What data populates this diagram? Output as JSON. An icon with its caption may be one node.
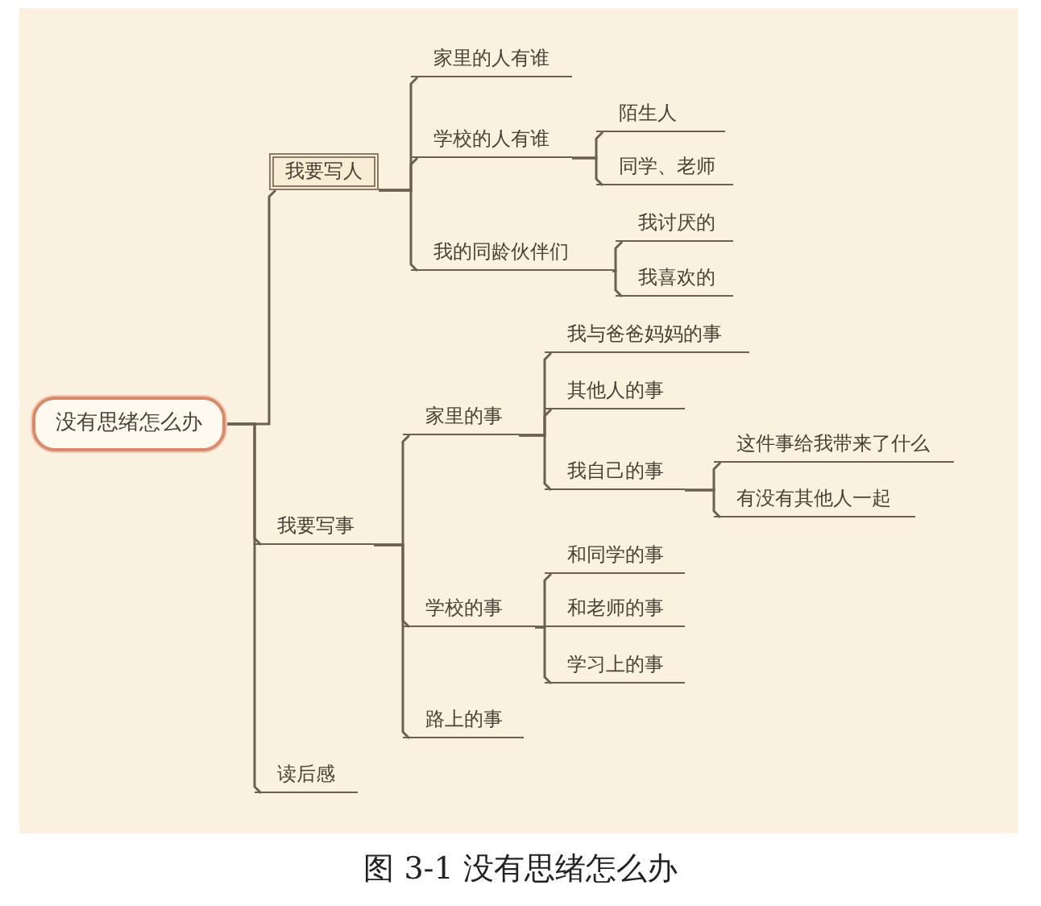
{
  "diagram": {
    "caption": "图 3-1 没有思绪怎么办",
    "nodes": [
      {
        "text": [
          "没有思绪怎么办"
        ]
      },
      {
        "text": [
          "我要写人"
        ]
      },
      {
        "text": [
          "家里的人有谁"
        ]
      },
      {
        "text": [
          "学校的人有谁"
        ]
      },
      {
        "text": [
          "陌生人"
        ]
      },
      {
        "text": [
          "同学、老师"
        ]
      },
      {
        "text": [
          "我的同龄伙伴们"
        ]
      },
      {
        "text": [
          "我讨厌的"
        ]
      },
      {
        "text": [
          "我喜欢的"
        ]
      },
      {
        "text": [
          "我要写事"
        ]
      },
      {
        "text": [
          "家里的事"
        ]
      },
      {
        "text": [
          "我与爸爸妈妈的事"
        ]
      },
      {
        "text": [
          "其他人的事"
        ]
      },
      {
        "text": [
          "我自己的事"
        ]
      },
      {
        "text": [
          "这件事给我带来了什么"
        ]
      },
      {
        "text": [
          "有没有其他人一起"
        ]
      },
      {
        "text": [
          "学校的事"
        ]
      },
      {
        "text": [
          "和同学的事"
        ]
      },
      {
        "text": [
          "和老师的事"
        ]
      },
      {
        "text": [
          "学习上的事"
        ]
      },
      {
        "text": [
          "路上的事"
        ]
      },
      {
        "text": [
          "读后感"
        ]
      }
    ],
    "edges": [
      {
        "from": 0,
        "to": 1,
        "arrow": "none"
      },
      {
        "from": 0,
        "to": 9,
        "arrow": "none"
      },
      {
        "from": 0,
        "to": 21,
        "arrow": "none"
      },
      {
        "from": 1,
        "to": 2,
        "arrow": "none"
      },
      {
        "from": 1,
        "to": 3,
        "arrow": "none"
      },
      {
        "from": 1,
        "to": 6,
        "arrow": "none"
      },
      {
        "from": 3,
        "to": 4,
        "arrow": "none"
      },
      {
        "from": 3,
        "to": 5,
        "arrow": "none"
      },
      {
        "from": 6,
        "to": 7,
        "arrow": "none"
      },
      {
        "from": 6,
        "to": 8,
        "arrow": "none"
      },
      {
        "from": 9,
        "to": 10,
        "arrow": "none"
      },
      {
        "from": 9,
        "to": 16,
        "arrow": "none"
      },
      {
        "from": 9,
        "to": 20,
        "arrow": "none"
      },
      {
        "from": 10,
        "to": 11,
        "arrow": "none"
      },
      {
        "from": 10,
        "to": 12,
        "arrow": "none"
      },
      {
        "from": 10,
        "to": 13,
        "arrow": "none"
      },
      {
        "from": 13,
        "to": 14,
        "arrow": "none"
      },
      {
        "from": 13,
        "to": 15,
        "arrow": "none"
      },
      {
        "from": 16,
        "to": 17,
        "arrow": "none"
      },
      {
        "from": 16,
        "to": 18,
        "arrow": "none"
      },
      {
        "from": 16,
        "to": 19,
        "arrow": "none"
      }
    ]
  }
}
